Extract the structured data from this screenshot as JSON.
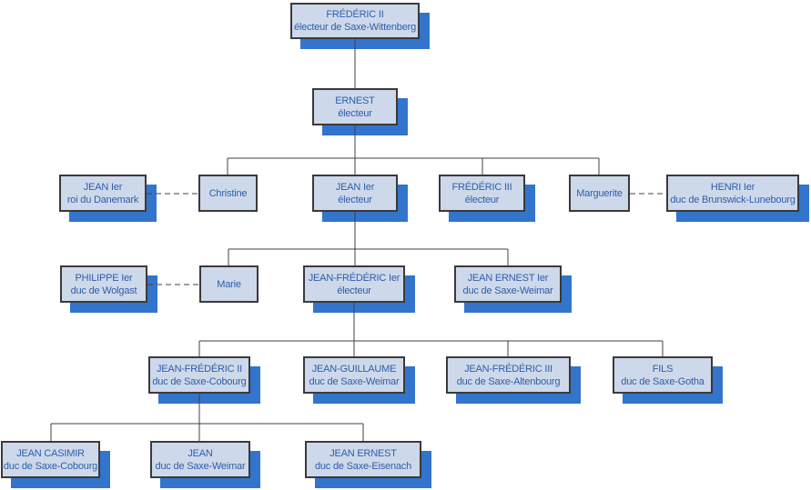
{
  "colors": {
    "node_fill": "#cdd9ea",
    "node_border": "#3a3a3a",
    "node_text": "#2e5dab",
    "shadow": "#3374cd",
    "line": "#404040",
    "background": "#ffffff"
  },
  "nodes": [
    {
      "id": "frederic-ii",
      "name": "FRÉDÉRIC II",
      "title": "électeur de Saxe-Wittenberg"
    },
    {
      "id": "ernest",
      "name": "ERNEST",
      "title": "électeur"
    },
    {
      "id": "jean-i-danemark",
      "name": "JEAN Ier",
      "title": "roi du Danemark"
    },
    {
      "id": "christine",
      "name": "Christine"
    },
    {
      "id": "jean-i-electeur",
      "name": "JEAN Ier",
      "title": "électeur"
    },
    {
      "id": "frederic-iii",
      "name": "FRÉDÉRIC III",
      "title": "électeur"
    },
    {
      "id": "marguerite",
      "name": "Marguerite"
    },
    {
      "id": "henri-i",
      "name": "HENRI Ier",
      "title": "duc de Brunswick-Lunebourg"
    },
    {
      "id": "philippe-i",
      "name": "PHILIPPE Ier",
      "title": "duc de Wolgast"
    },
    {
      "id": "marie",
      "name": "Marie"
    },
    {
      "id": "jean-frederic-i",
      "name": "JEAN-FRÉDÉRIC Ier",
      "title": "électeur"
    },
    {
      "id": "jean-ernest-i",
      "name": "JEAN ERNEST Ier",
      "title": "duc de Saxe-Weimar"
    },
    {
      "id": "jean-frederic-ii",
      "name": "JEAN-FRÉDÉRIC II",
      "title": "duc de Saxe-Cobourg"
    },
    {
      "id": "jean-guillaume",
      "name": "JEAN-GUILLAUME",
      "title": "duc de Saxe-Weimar"
    },
    {
      "id": "jean-frederic-iii",
      "name": "JEAN-FRÉDÉRIC III",
      "title": "duc de Saxe-Altenbourg"
    },
    {
      "id": "fils",
      "name": "FILS",
      "title": "duc de Saxe-Gotha"
    },
    {
      "id": "jean-casimir",
      "name": "JEAN CASIMIR",
      "title": "duc de Saxe-Cobourg"
    },
    {
      "id": "jean",
      "name": "JEAN",
      "title": "duc de Saxe-Weimar"
    },
    {
      "id": "jean-ernest",
      "name": "JEAN ERNEST",
      "title": "duc de Saxe-Eisenach"
    }
  ],
  "relations": {
    "marriages": [
      [
        "jean-i-danemark",
        "christine"
      ],
      [
        "marguerite",
        "henri-i"
      ],
      [
        "philippe-i",
        "marie"
      ]
    ],
    "children": {
      "frederic-ii": [
        "ernest"
      ],
      "ernest": [
        "christine",
        "jean-i-electeur",
        "frederic-iii",
        "marguerite"
      ],
      "jean-i-electeur": [
        "marie",
        "jean-frederic-i",
        "jean-ernest-i"
      ],
      "jean-frederic-i": [
        "jean-frederic-ii",
        "jean-guillaume",
        "jean-frederic-iii",
        "fils"
      ],
      "jean-frederic-ii": [
        "jean-casimir",
        "jean",
        "jean-ernest"
      ]
    }
  }
}
